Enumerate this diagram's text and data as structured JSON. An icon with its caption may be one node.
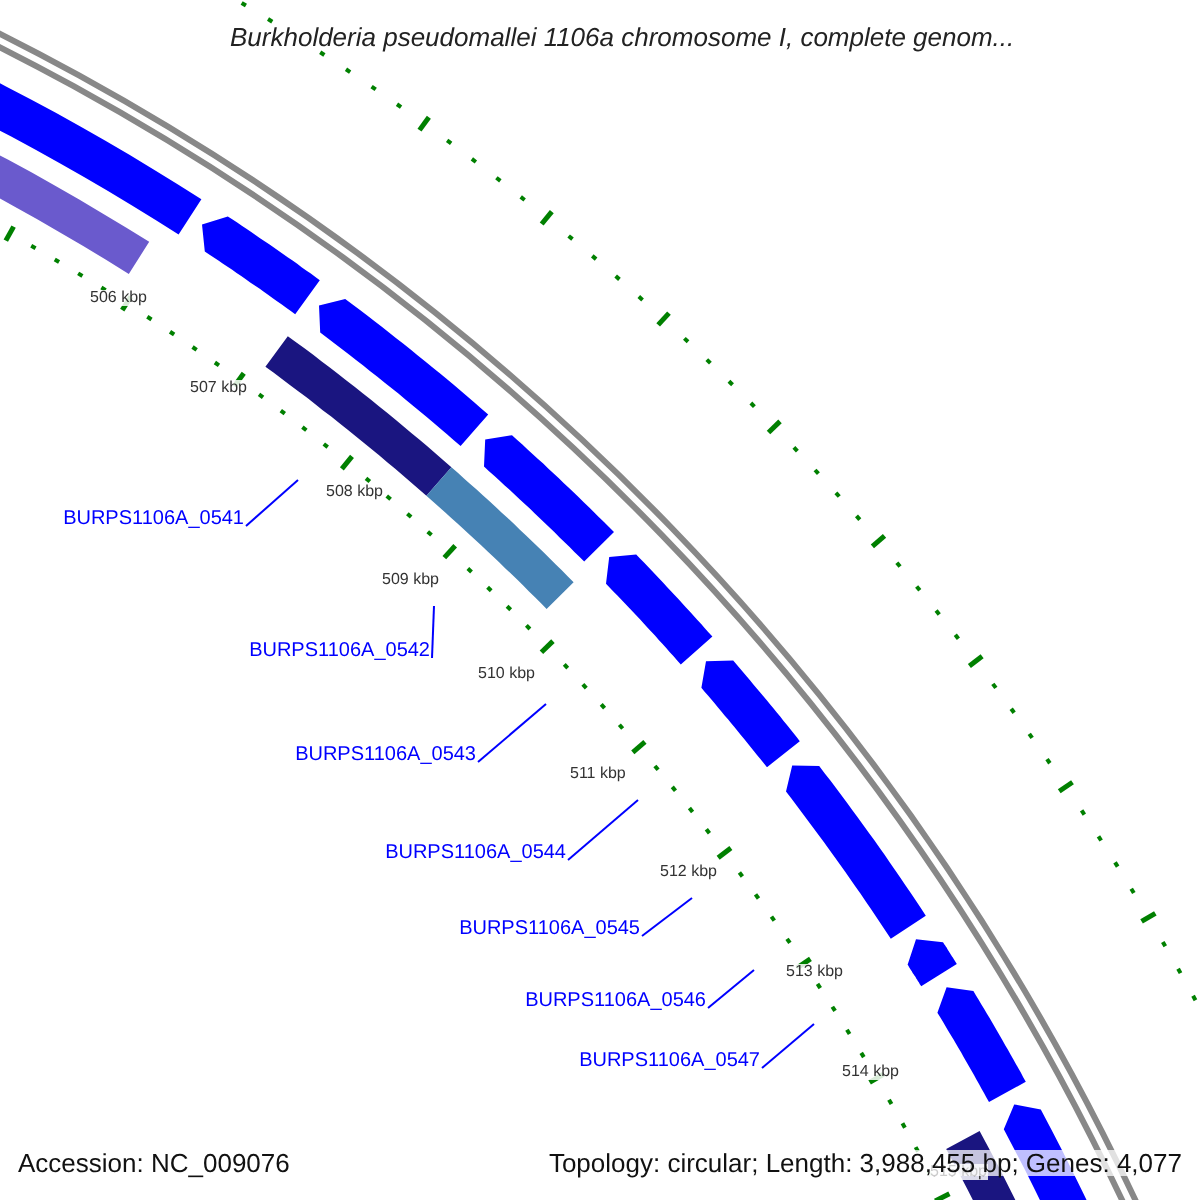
{
  "diagram": {
    "title": "Burkholderia pseudomallei 1106a chromosome I, complete genom...",
    "nodes": [
      {
        "text": [
          "BURPS1106A_0541"
        ]
      },
      {
        "text": [
          "BURPS1106A_0542"
        ]
      },
      {
        "text": [
          "BURPS1106A_0543"
        ]
      },
      {
        "text": [
          "BURPS1106A_0544"
        ]
      },
      {
        "text": [
          "BURPS1106A_0545"
        ]
      },
      {
        "text": [
          "BURPS1106A_0546"
        ]
      },
      {
        "text": [
          "BURPS1106A_0547"
        ]
      }
    ],
    "edges": [
      {
        "from": 0,
        "to": null,
        "arrow": "none"
      },
      {
        "from": 1,
        "to": null,
        "arrow": "none"
      },
      {
        "from": 2,
        "to": null,
        "arrow": "none"
      },
      {
        "from": 3,
        "to": null,
        "arrow": "none"
      },
      {
        "from": 4,
        "to": null,
        "arrow": "none"
      },
      {
        "from": 5,
        "to": null,
        "arrow": "none"
      },
      {
        "from": 6,
        "to": null,
        "arrow": "none"
      }
    ],
    "labels": [
      "506 kbp",
      "507 kbp",
      "508 kbp",
      "509 kbp",
      "510 kbp",
      "511 kbp",
      "512 kbp",
      "513 kbp",
      "514 kbp",
      "515 kbp",
      "Accession: NC_009076",
      "Topology: circular; Length: 3,988,455 bp; Genes: 4,077"
    ]
  }
}
